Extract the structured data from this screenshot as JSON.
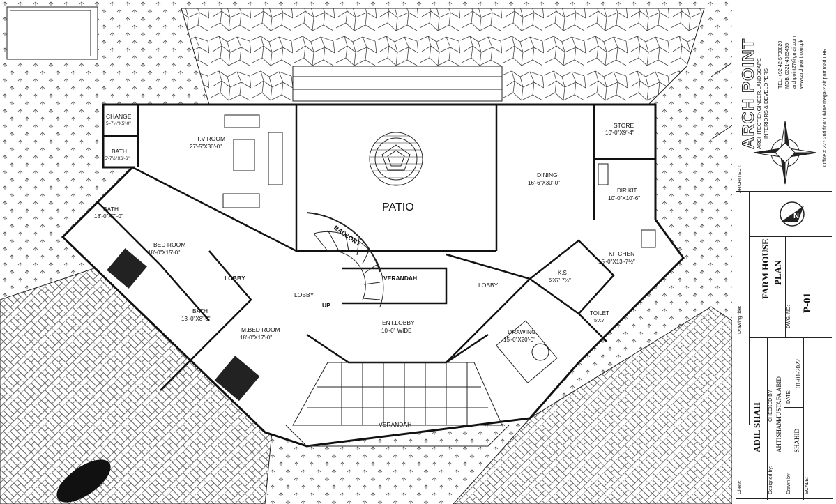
{
  "rooms": {
    "change": {
      "name": "CHANGE",
      "size": "5'-7½\"X5'-0\""
    },
    "bath_small": {
      "name": "BATH",
      "size": "5'-7½\"X6'-6\""
    },
    "tv_room": {
      "name": "T.V ROOM",
      "size": "27'-5\"X30'-0\""
    },
    "patio": {
      "name": "PATIO"
    },
    "dining": {
      "name": "DINING",
      "size": "16'-6\"X30'-0\""
    },
    "store": {
      "name": "STORE",
      "size": "10'-0\"X9'-4\""
    },
    "dir_kit": {
      "name": "DIR.KIT.",
      "size": "10'-0\"X10'-6\""
    },
    "kitchen": {
      "name": "KITCHEN",
      "size": "15'-0\"X13'-7½\""
    },
    "ks": {
      "name": "K.S",
      "size": "5'X7'-7½\""
    },
    "toilet": {
      "name": "TOILET",
      "size": "5'X7'"
    },
    "bath_bed": {
      "name": "BATH",
      "size": "18'-0\"X7'-0\""
    },
    "bed_room": {
      "name": "BED ROOM",
      "size": "18'-0\"X15'-0\""
    },
    "lobby_left": {
      "name": "LOBBY"
    },
    "bath_mid": {
      "name": "BATH",
      "size": "13'-0\"X8'-0\""
    },
    "m_bed_room": {
      "name": "M.BED ROOM",
      "size": "18'-0\"X17'-0\""
    },
    "balcony": {
      "name": "BALCONY"
    },
    "lobby_stair": {
      "name": "LOBBY"
    },
    "up": {
      "name": "UP"
    },
    "verandah_mid": {
      "name": "VERANDAH"
    },
    "lobby_right": {
      "name": "LOBBY"
    },
    "ent_lobby": {
      "name": "ENT.LOBBY",
      "size": "10'-0\" WIDE"
    },
    "drawing": {
      "name": "DRAWING",
      "size": "15'-0\"X20'-0\""
    },
    "verandah_bottom": {
      "name": "VERANDAH"
    }
  },
  "title_block": {
    "company": "ARCH POINT",
    "tagline1": "ARCHITECT,ENGINEER,LANDSCAPE",
    "tagline2": "INTERIORS & DEVELOPERS",
    "tel": "TEL: +92-42-5700820",
    "mob": "MOB: 0321-4623455",
    "email": "archpoint27@gmail.com",
    "web": "www.archpoint.com.pk",
    "address": "Office # 227 2nd floor Divine mega-2 air port road,LHR.",
    "architect_label": "ARCHITECT:",
    "drawing_title_label": "Drawing title:",
    "drawing_title_1": "FARM HOUSE",
    "drawing_title_2": "PLAN",
    "dwg_no_label": "DWG. NO:",
    "dwg_no": "P-01",
    "client_label": "Client:",
    "client": "ADIL SHAH",
    "designed_by_label": "Designed by:",
    "designed_by": "AHTISHAM",
    "checked_by_label": "CHECKED BY",
    "checked_by": "MUSTAFA ABID",
    "drawn_by_label": "Drawn by:",
    "drawn_by": "SHAHID",
    "date_label": "DATE:",
    "date": "01-01-2022",
    "scale_label": "SCALE:"
  }
}
